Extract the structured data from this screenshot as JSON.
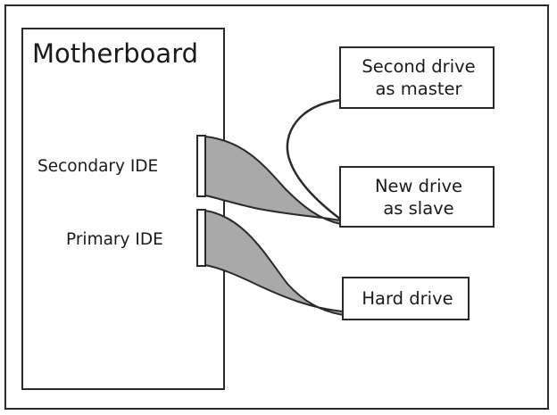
{
  "motherboard": {
    "title": "Motherboard"
  },
  "ports": {
    "secondary": "Secondary IDE",
    "primary": "Primary IDE"
  },
  "drives": {
    "master": {
      "line1": "Second drive",
      "line2": "as master"
    },
    "slave": {
      "line1": "New drive",
      "line2": "as slave"
    },
    "hard": {
      "line1": "Hard drive"
    }
  },
  "colors": {
    "line": "#2a2a2a",
    "cable_fill": "#a9a9a9",
    "background": "#ffffff"
  }
}
